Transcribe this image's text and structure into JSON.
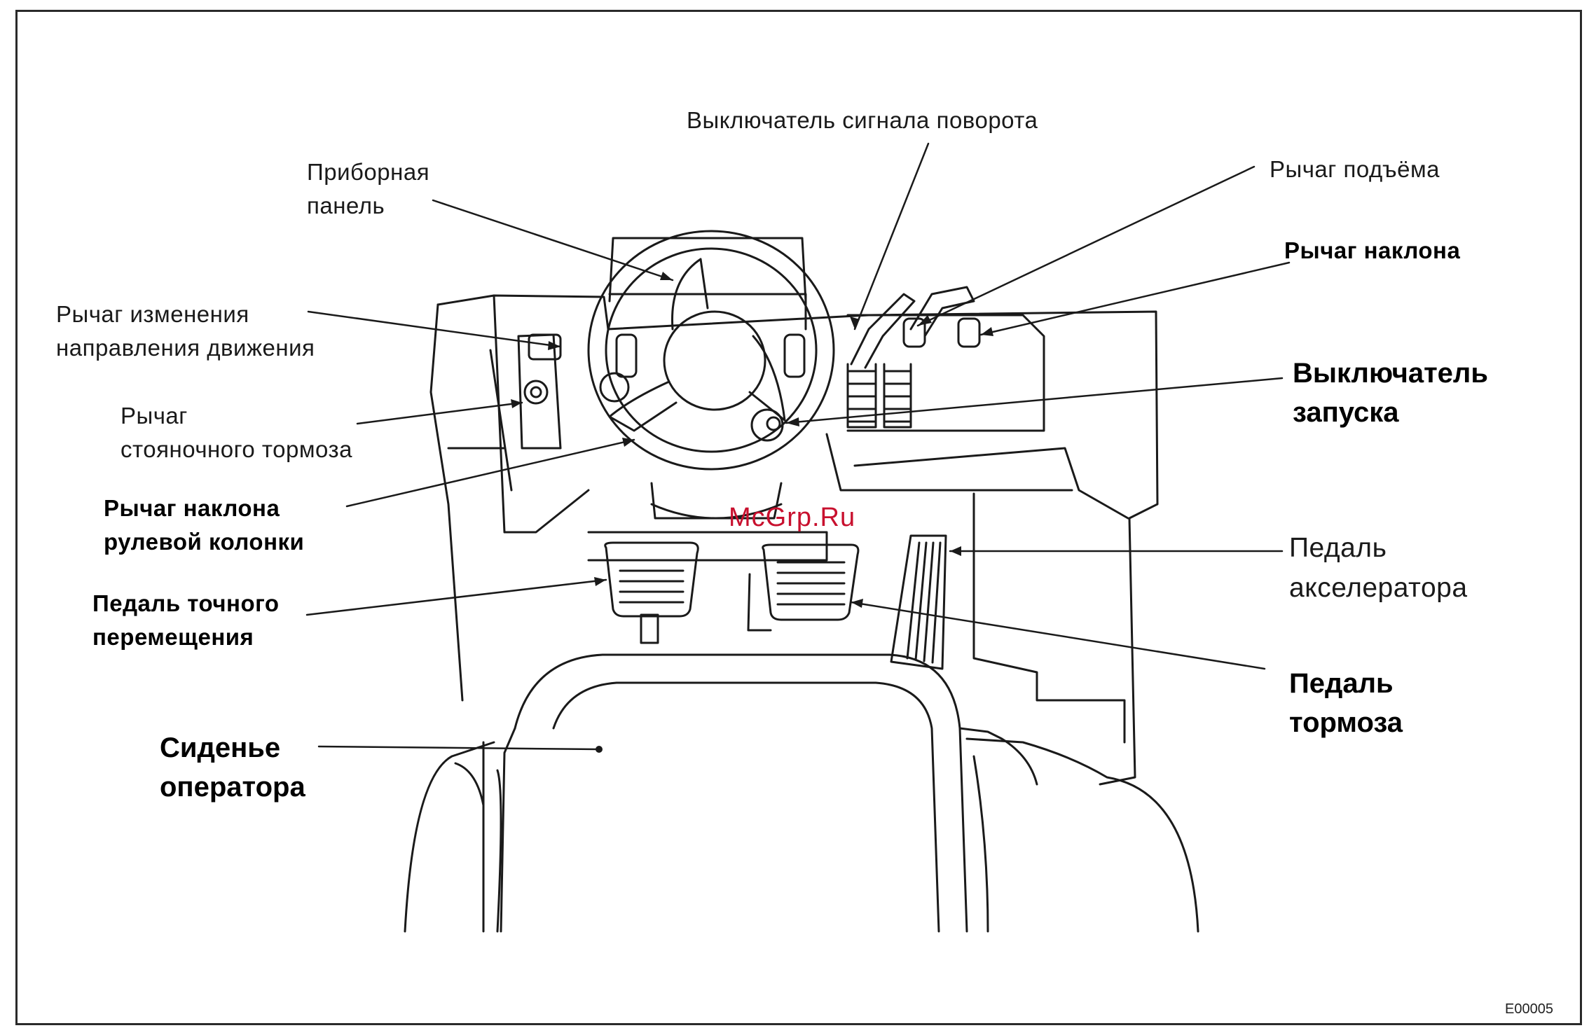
{
  "labels": {
    "turn_signal": [
      "Выключатель сигнала поворота"
    ],
    "instrument_panel": [
      "Приборная",
      "панель"
    ],
    "lift_lever": [
      "Рычаг подъёма"
    ],
    "tilt_lever": [
      "Рычаг наклона"
    ],
    "direction_lever": [
      "Рычаг изменения",
      "направления движения"
    ],
    "parking_brake": [
      "Рычаг",
      "стояночного тормоза"
    ],
    "ignition": [
      "Выключатель",
      "запуска"
    ],
    "steering_tilt": [
      "Рычаг наклона",
      "рулевой колонки"
    ],
    "accelerator": [
      "Педаль",
      "акселератора"
    ],
    "inching_pedal": [
      "Педаль точного",
      "перемещения"
    ],
    "brake_pedal": [
      "Педаль",
      "тормоза"
    ],
    "operator_seat": [
      "Сиденье",
      "оператора"
    ]
  },
  "watermark": "McGrp.Ru",
  "figure_code": "E00005",
  "colors": {
    "line": "#1a1a1a",
    "watermark": "#c8102e",
    "frame": "#2a2a2a"
  }
}
